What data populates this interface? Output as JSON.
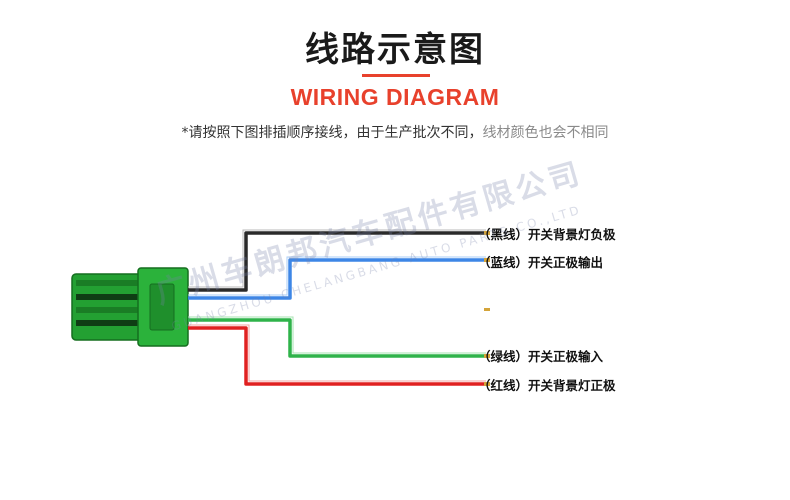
{
  "header": {
    "title_cn": "线路示意图",
    "title_en": "WIRING DIAGRAM",
    "note_main": "*请按照下图排插顺序接线，由于生产批次不同，",
    "note_gray": "线材颜色也会不相同"
  },
  "wires": [
    {
      "label": "（黑线）开关背景灯负极",
      "color": "#2a2a2a"
    },
    {
      "label": "（蓝线）开关正极输出",
      "color": "#3d86e6"
    },
    {
      "label": "（绿线）开关正极输入",
      "color": "#2fb34a"
    },
    {
      "label": "（红线）开关背景灯正极",
      "color": "#e02020"
    }
  ],
  "watermark": {
    "cn": "广州车朗邦汽车配件有限公司",
    "en": "GUANGZHOU CHELANGBANG AUTO PARTS CO.,LTD"
  },
  "colors": {
    "accent": "#e8412c",
    "connector": "#1f8f2c"
  }
}
